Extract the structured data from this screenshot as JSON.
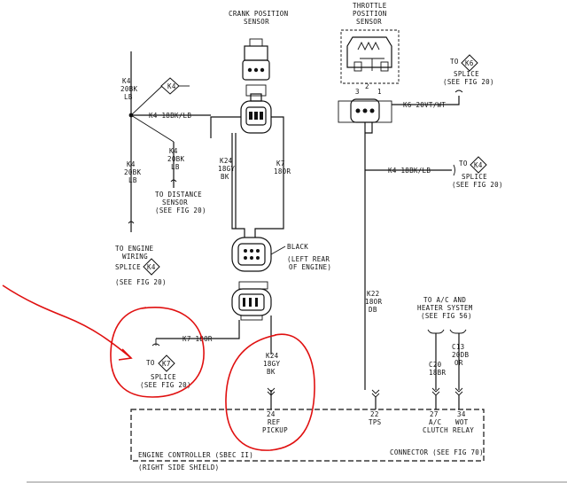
{
  "labels": {
    "crank_sensor": [
      "CRANK POSITION",
      "SENSOR"
    ],
    "throttle_sensor": [
      "THROTTLE",
      "POSITION",
      "SENSOR"
    ],
    "k4_left": [
      "K4",
      "20BK",
      "LB"
    ],
    "k4_diamond": "K4",
    "k4_18bk": "K4 18BK/LB",
    "k4_mid": [
      "K4",
      "20BK",
      "LB"
    ],
    "distance_sensor": [
      "TO DISTANCE",
      "SENSOR",
      "(SEE FIG 20)"
    ],
    "k4_lower": [
      "K4",
      "20BK",
      "LB"
    ],
    "engine_wiring": [
      "TO ENGINE",
      "WIRING"
    ],
    "splice_k4_left": "SPLICE",
    "see_fig20_left": "(SEE FIG 20)",
    "k24_top": [
      "K24",
      "18GY",
      "BK"
    ],
    "k7_top": [
      "K7",
      "18OR"
    ],
    "black": "BLACK",
    "left_rear": [
      "(LEFT REAR",
      "OF ENGINE)"
    ],
    "pin_3": "3",
    "pin_2": "2",
    "pin_1": "1",
    "k6": "K6 20VT/WT",
    "to_k6": "TO",
    "k6_diamond": "K6",
    "splice_k6": [
      "SPLICE",
      "(SEE FIG 20)"
    ],
    "k4_18bk_right": "K4 18BK/LB",
    "to_k4_right": "TO",
    "k4_diamond_right": "K4",
    "splice_k4_right": [
      "SPLICE",
      "(SEE FIG 20)"
    ],
    "k22": [
      "K22",
      "18OR",
      "DB"
    ],
    "ac_heater": [
      "TO A/C AND",
      "HEATER SYSTEM",
      "(SEE FIG 56)"
    ],
    "c20": [
      "C20",
      "18BR"
    ],
    "c13": [
      "C13",
      "20DB",
      "OR"
    ],
    "k7_bottom": "K7 18OR",
    "to_k7": "TO",
    "k7_diamond": "K7",
    "splice_k7": [
      "SPLICE",
      "(SEE FIG 20)"
    ],
    "k24_bottom": [
      "K24",
      "18GY",
      "BK"
    ],
    "pin24": [
      "24",
      "REF",
      "PICKUP"
    ],
    "pin22": [
      "22",
      "TPS"
    ],
    "pin27": [
      "27",
      "A/C",
      "CLUTCH"
    ],
    "pin34": [
      "34",
      "WOT",
      "RELAY"
    ],
    "engine_controller": "ENGINE CONTROLLER (SBEC II)",
    "connector": "CONNECTOR (SEE FIG 70)",
    "right_side_shield": "(RIGHT SIDE SHIELD)"
  }
}
